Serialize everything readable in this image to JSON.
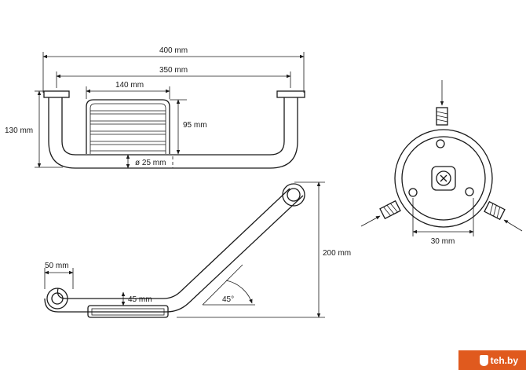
{
  "front_view": {
    "overall_width": "400 mm",
    "mount_spacing": "350 mm",
    "basket_width": "140 mm",
    "height": "130 mm",
    "basket_height": "95 mm",
    "tube_diameter": "ø 25 mm"
  },
  "side_view": {
    "wall_offset": "50 mm",
    "bar_clearance": "45 mm",
    "height": "200 mm",
    "angle": "45°"
  },
  "mount_view": {
    "plate_offset": "30 mm"
  },
  "brand": {
    "name": "teh.by"
  }
}
